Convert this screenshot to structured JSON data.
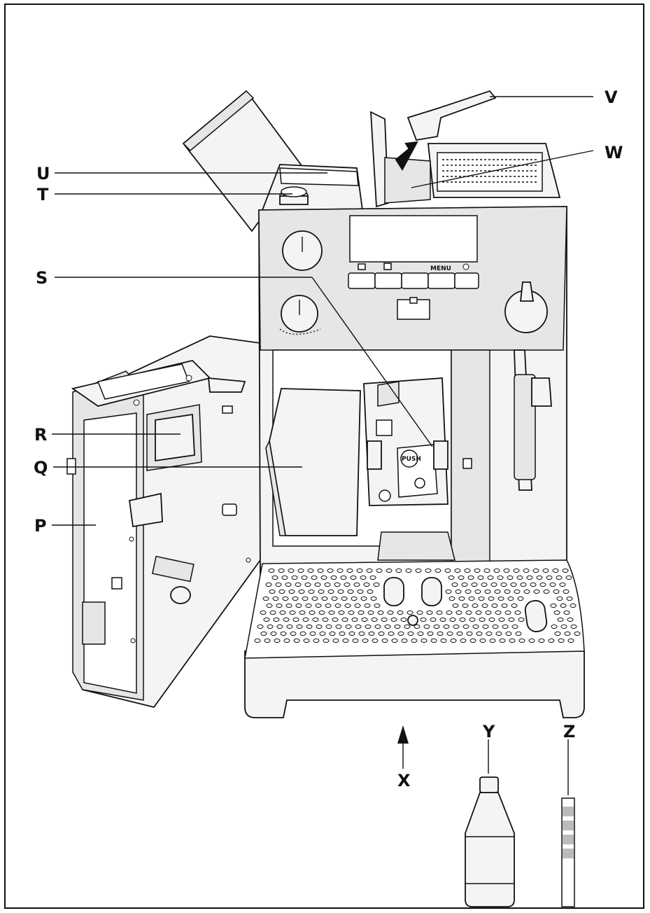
{
  "labels": {
    "P": "P",
    "Q": "Q",
    "R": "R",
    "S": "S",
    "T": "T",
    "U": "U",
    "V": "V",
    "W": "W",
    "X": "X",
    "Y": "Y",
    "Z": "Z"
  },
  "panel": {
    "menu_button": "MENU",
    "push_button": "PUSH"
  },
  "colors": {
    "line": "#111111",
    "fill": "#f4f4f4",
    "shade": "#e6e6e6"
  }
}
